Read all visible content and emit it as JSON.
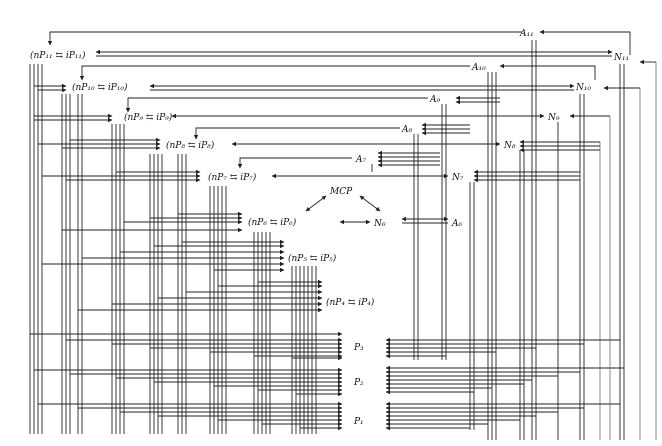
{
  "nodes": {
    "pair_11": "(nP₁₁ ⇆ iP₁₁)",
    "pair_10": "(nP₁₀ ⇆ iP₁₀)",
    "pair_9": "(nP₉ ⇆ iP₉)",
    "pair_8": "(nP₈ ⇆ iP₈)",
    "pair_7": "(nP₇ ⇆ iP₇)",
    "pair_6": "(nP₆ ⇆ iP₆)",
    "pair_5": "(nP₅ ⇆ iP₅)",
    "pair_4": "(nP₄ ⇆ iP₄)",
    "a11": "A₁₁",
    "a10": "A₁₀",
    "a9": "A₉",
    "a8": "A₈",
    "a7": "A₇",
    "a6": "A₆",
    "n11": "N₁₁",
    "n10": "N₁₀",
    "n9": "N₉",
    "n8": "N₈",
    "n7": "N₇",
    "n6": "N₆",
    "mcp": "MCP",
    "p3": "P₃",
    "p2": "P₂",
    "p1": "P₁"
  },
  "colors": {
    "line": "#222222",
    "text": "#111111",
    "background": "#ffffff"
  }
}
